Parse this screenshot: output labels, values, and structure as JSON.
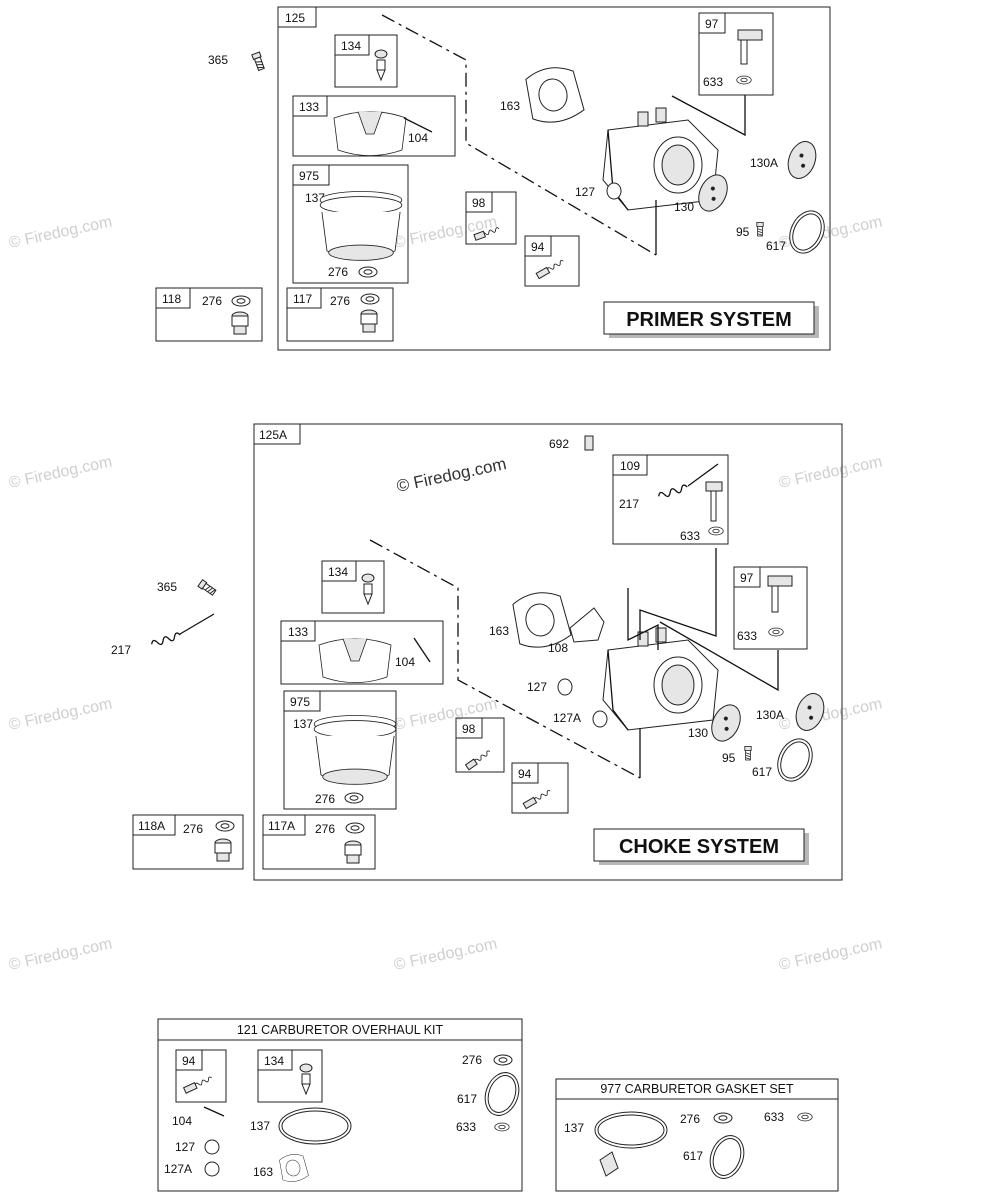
{
  "watermarks": {
    "light": "© Firedog.com",
    "dark": "© Firedog.com"
  },
  "primer": {
    "box_id": "125",
    "title": "PRIMER SYSTEM",
    "parts": {
      "p365": "365",
      "p134": "134",
      "p133": "133",
      "p104": "104",
      "p975": "975",
      "p137": "137",
      "p276": "276",
      "p163": "163",
      "p98": "98",
      "p94": "94",
      "p127": "127",
      "p97": "97",
      "p633": "633",
      "p130a": "130A",
      "p130": "130",
      "p95": "95",
      "p617": "617"
    },
    "small_boxes": [
      {
        "id": "118",
        "part": "276"
      },
      {
        "id": "117",
        "part": "276"
      }
    ]
  },
  "choke": {
    "box_id": "125A",
    "title": "CHOKE SYSTEM",
    "parts": {
      "p692": "692",
      "p109": "109",
      "p217a": "217",
      "p633a": "633",
      "p365": "365",
      "p217b": "217",
      "p134": "134",
      "p133": "133",
      "p104": "104",
      "p975": "975",
      "p137": "137",
      "p276": "276",
      "p163": "163",
      "p108": "108",
      "p127": "127",
      "p127a": "127A",
      "p98": "98",
      "p94": "94",
      "p97": "97",
      "p633b": "633",
      "p130": "130",
      "p130a": "130A",
      "p95": "95",
      "p617": "617"
    },
    "small_boxes": [
      {
        "id": "118A",
        "part": "276"
      },
      {
        "id": "117A",
        "part": "276"
      }
    ]
  },
  "overhaul_kit": {
    "title": "121 CARBURETOR OVERHAUL KIT",
    "parts": {
      "p94": "94",
      "p134": "134",
      "p276": "276",
      "p617": "617",
      "p104": "104",
      "p137": "137",
      "p633": "633",
      "p127": "127",
      "p127a": "127A",
      "p163": "163"
    }
  },
  "gasket_set": {
    "title": "977 CARBURETOR GASKET SET",
    "parts": {
      "p137": "137",
      "p276": "276",
      "p633": "633",
      "p617": "617"
    }
  }
}
